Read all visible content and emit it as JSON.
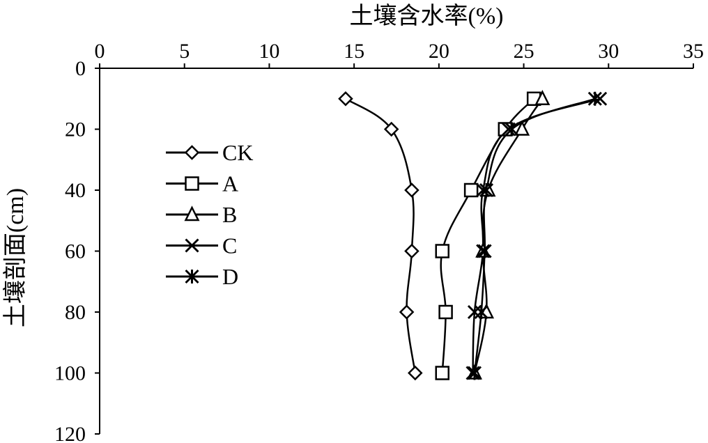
{
  "chart_data": {
    "type": "line",
    "xlabel": "土壤含水率(%)",
    "ylabel": "土壤剖面(cm)",
    "xlim": [
      0,
      35
    ],
    "ylim": [
      0,
      120
    ],
    "x_ticks": [
      "0",
      "5",
      "10",
      "15",
      "20",
      "25",
      "30",
      "35"
    ],
    "y_ticks": [
      "0",
      "20",
      "40",
      "60",
      "80",
      "100",
      "120"
    ],
    "x_axis_position": "top",
    "y_axis_inverted": true,
    "grid": false,
    "legend_position": "left",
    "depths": [
      10,
      20,
      40,
      60,
      80,
      100
    ],
    "series": [
      {
        "name": "CK",
        "marker": "diamond",
        "values": [
          14.5,
          17.2,
          18.4,
          18.4,
          18.1,
          18.6
        ]
      },
      {
        "name": "A",
        "marker": "square",
        "values": [
          25.6,
          23.9,
          21.9,
          20.2,
          20.4,
          20.2
        ]
      },
      {
        "name": "B",
        "marker": "triangle",
        "values": [
          26.1,
          24.9,
          22.9,
          22.6,
          22.8,
          22.1
        ]
      },
      {
        "name": "C",
        "marker": "cross",
        "values": [
          29.5,
          24.1,
          22.6,
          22.6,
          22.1,
          22.0
        ]
      },
      {
        "name": "D",
        "marker": "asterisk",
        "values": [
          29.2,
          24.3,
          22.8,
          22.7,
          22.5,
          22.1
        ]
      }
    ]
  }
}
